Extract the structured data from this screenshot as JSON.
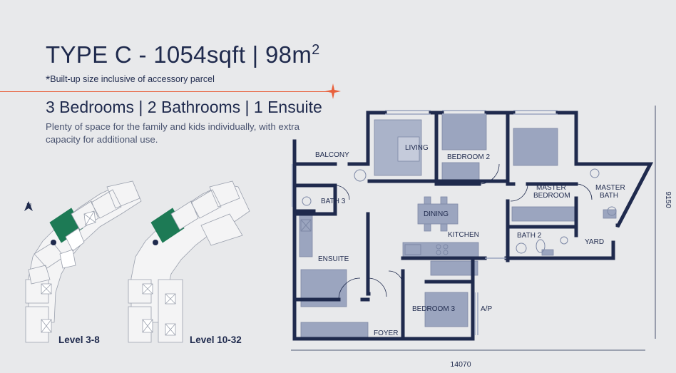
{
  "title": {
    "main": "TYPE C - 1054sqft  |  98m",
    "sup": "2"
  },
  "note": {
    "star": "*",
    "text": "Built-up size inclusive of accessory parcel"
  },
  "rooms_summary": "3 Bedrooms  |  2 Bathrooms  |  1 Ensuite",
  "description": "Plenty of space for the family and kids individually, with extra capacity for additional use.",
  "key_plans": [
    {
      "label": "Level 3-8"
    },
    {
      "label": "Level 10-32"
    }
  ],
  "rooms": {
    "balcony": "BALCONY",
    "living": "LIVING",
    "bedroom2": "BEDROOM 2",
    "master_bedroom_1": "MASTER",
    "master_bedroom_2": "BEDROOM",
    "master_bath_1": "MASTER",
    "master_bath_2": "BATH",
    "bath3": "BATH 3",
    "dining": "DINING",
    "kitchen": "KITCHEN",
    "bath2": "BATH 2",
    "yard": "YARD",
    "ensuite": "ENSUITE",
    "bedroom3": "BEDROOM 3",
    "ap": "A/P",
    "foyer": "FOYER"
  },
  "dimensions": {
    "height": "9150",
    "width": "14070"
  },
  "colors": {
    "accent": "#e8603c",
    "wall": "#1f2a4d",
    "furniture": "#9ba5bf",
    "unit_highlight": "#1d7a55"
  }
}
